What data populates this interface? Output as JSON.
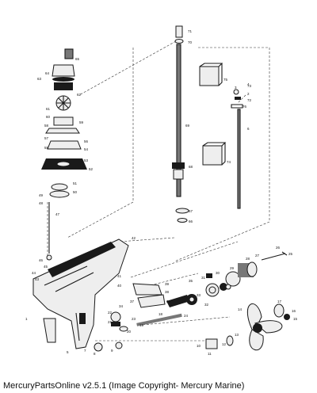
{
  "caption": "MercuryPartsOnline v2.5.1 (Image Copyright- Mercury Marine)",
  "callouts": {
    "n71": "71",
    "n70": "70",
    "n65": "65",
    "n75": "75",
    "n73": "73",
    "n69": "69",
    "n68": "68",
    "n76": "76",
    "n74": "74",
    "n72": "72",
    "n64": "64",
    "n66": "66",
    "n58": "58",
    "n57": "57",
    "n56": "56",
    "n55": "55",
    "n54": "54",
    "n53": "53",
    "n52": "52",
    "n51": "51",
    "n50": "50",
    "n49": "49",
    "n48": "48",
    "n47": "47",
    "n46": "46",
    "n67": "67",
    "n44": "44",
    "n42": "42",
    "n41": "41",
    "n40": "40",
    "n39": "39",
    "n38": "38",
    "n37": "37",
    "n36": "36",
    "n35": "35",
    "n34": "34",
    "n33": "33",
    "n32": "32",
    "n31": "31",
    "n30": "30",
    "n29": "29",
    "n28": "28",
    "n27": "27",
    "n26": "26",
    "n25": "25",
    "n24": "24",
    "n23": "23",
    "n22": "22",
    "n21": "21",
    "n20": "20",
    "n19": "19",
    "n18": "18",
    "n17": "17",
    "n16": "16",
    "n15": "15",
    "n14": "14",
    "n13": "13",
    "n12": "12",
    "n11": "11",
    "n10": "10",
    "n9": "9",
    "n8": "8",
    "n7": "7",
    "n6": "6",
    "n5": "5",
    "n4": "4",
    "n3": "3",
    "n2": "2",
    "n1": "1",
    "n43": "43",
    "n45": "45",
    "n60": "60",
    "n61": "61",
    "n62": "62",
    "n63": "63",
    "n59": "59"
  }
}
